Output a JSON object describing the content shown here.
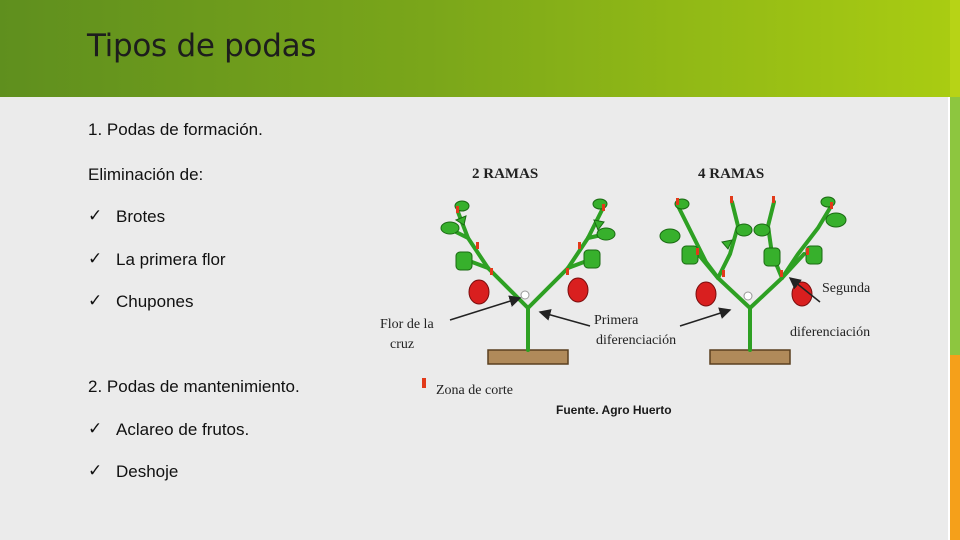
{
  "slide": {
    "title": "Tipos de podas",
    "sections": [
      {
        "heading": "1. Podas  de formación."
      },
      {
        "heading": "2. Podas de mantenimiento."
      }
    ],
    "eliminacion_label": "Eliminación de:",
    "list1": [
      "Brotes",
      "La primera flor",
      "Chupones"
    ],
    "list2": [
      "Aclareo de frutos.",
      "Deshoje"
    ],
    "check_glyph": "✓"
  },
  "figure": {
    "label_2ramas": "2 RAMAS",
    "label_4ramas": "4 RAMAS",
    "label_flor_1": "Flor de la",
    "label_flor_2": "cruz",
    "label_primera_1": "Primera",
    "label_primera_2": "diferenciación",
    "label_segunda_1": "Segunda",
    "label_segunda_2": "diferenciación",
    "label_zona": "Zona de corte",
    "caption": "Fuente. Agro Huerto"
  },
  "colors": {
    "header_start": "#5f8f1e",
    "header_end": "#a9cc12",
    "background": "#ebebeb",
    "stem": "#2ea023",
    "fruit": "#d91f1f",
    "leaf": "#37b02c",
    "cut_mark": "#e23a1a",
    "soil": "#b08a5a"
  }
}
